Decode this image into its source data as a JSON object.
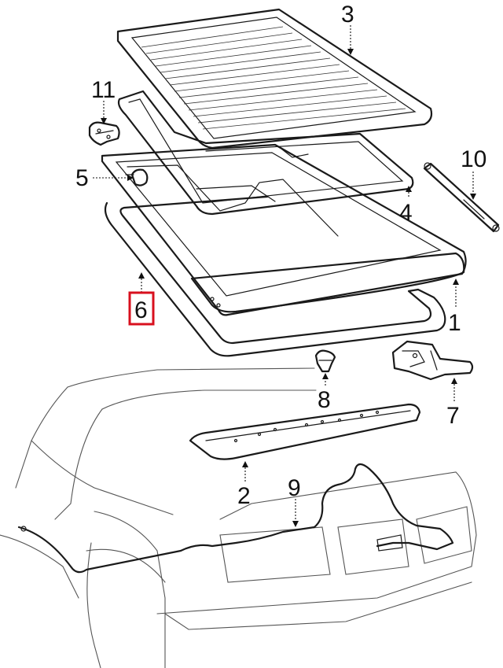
{
  "callouts": {
    "c1": "1",
    "c2": "2",
    "c3": "3",
    "c4": "4",
    "c5": "5",
    "c6": "6",
    "c7": "7",
    "c8": "8",
    "c9": "9",
    "c10": "10",
    "c11": "11"
  },
  "highlighted_callout": "6",
  "colors": {
    "highlight": "#d8101e",
    "line": "#1a1a1a"
  }
}
